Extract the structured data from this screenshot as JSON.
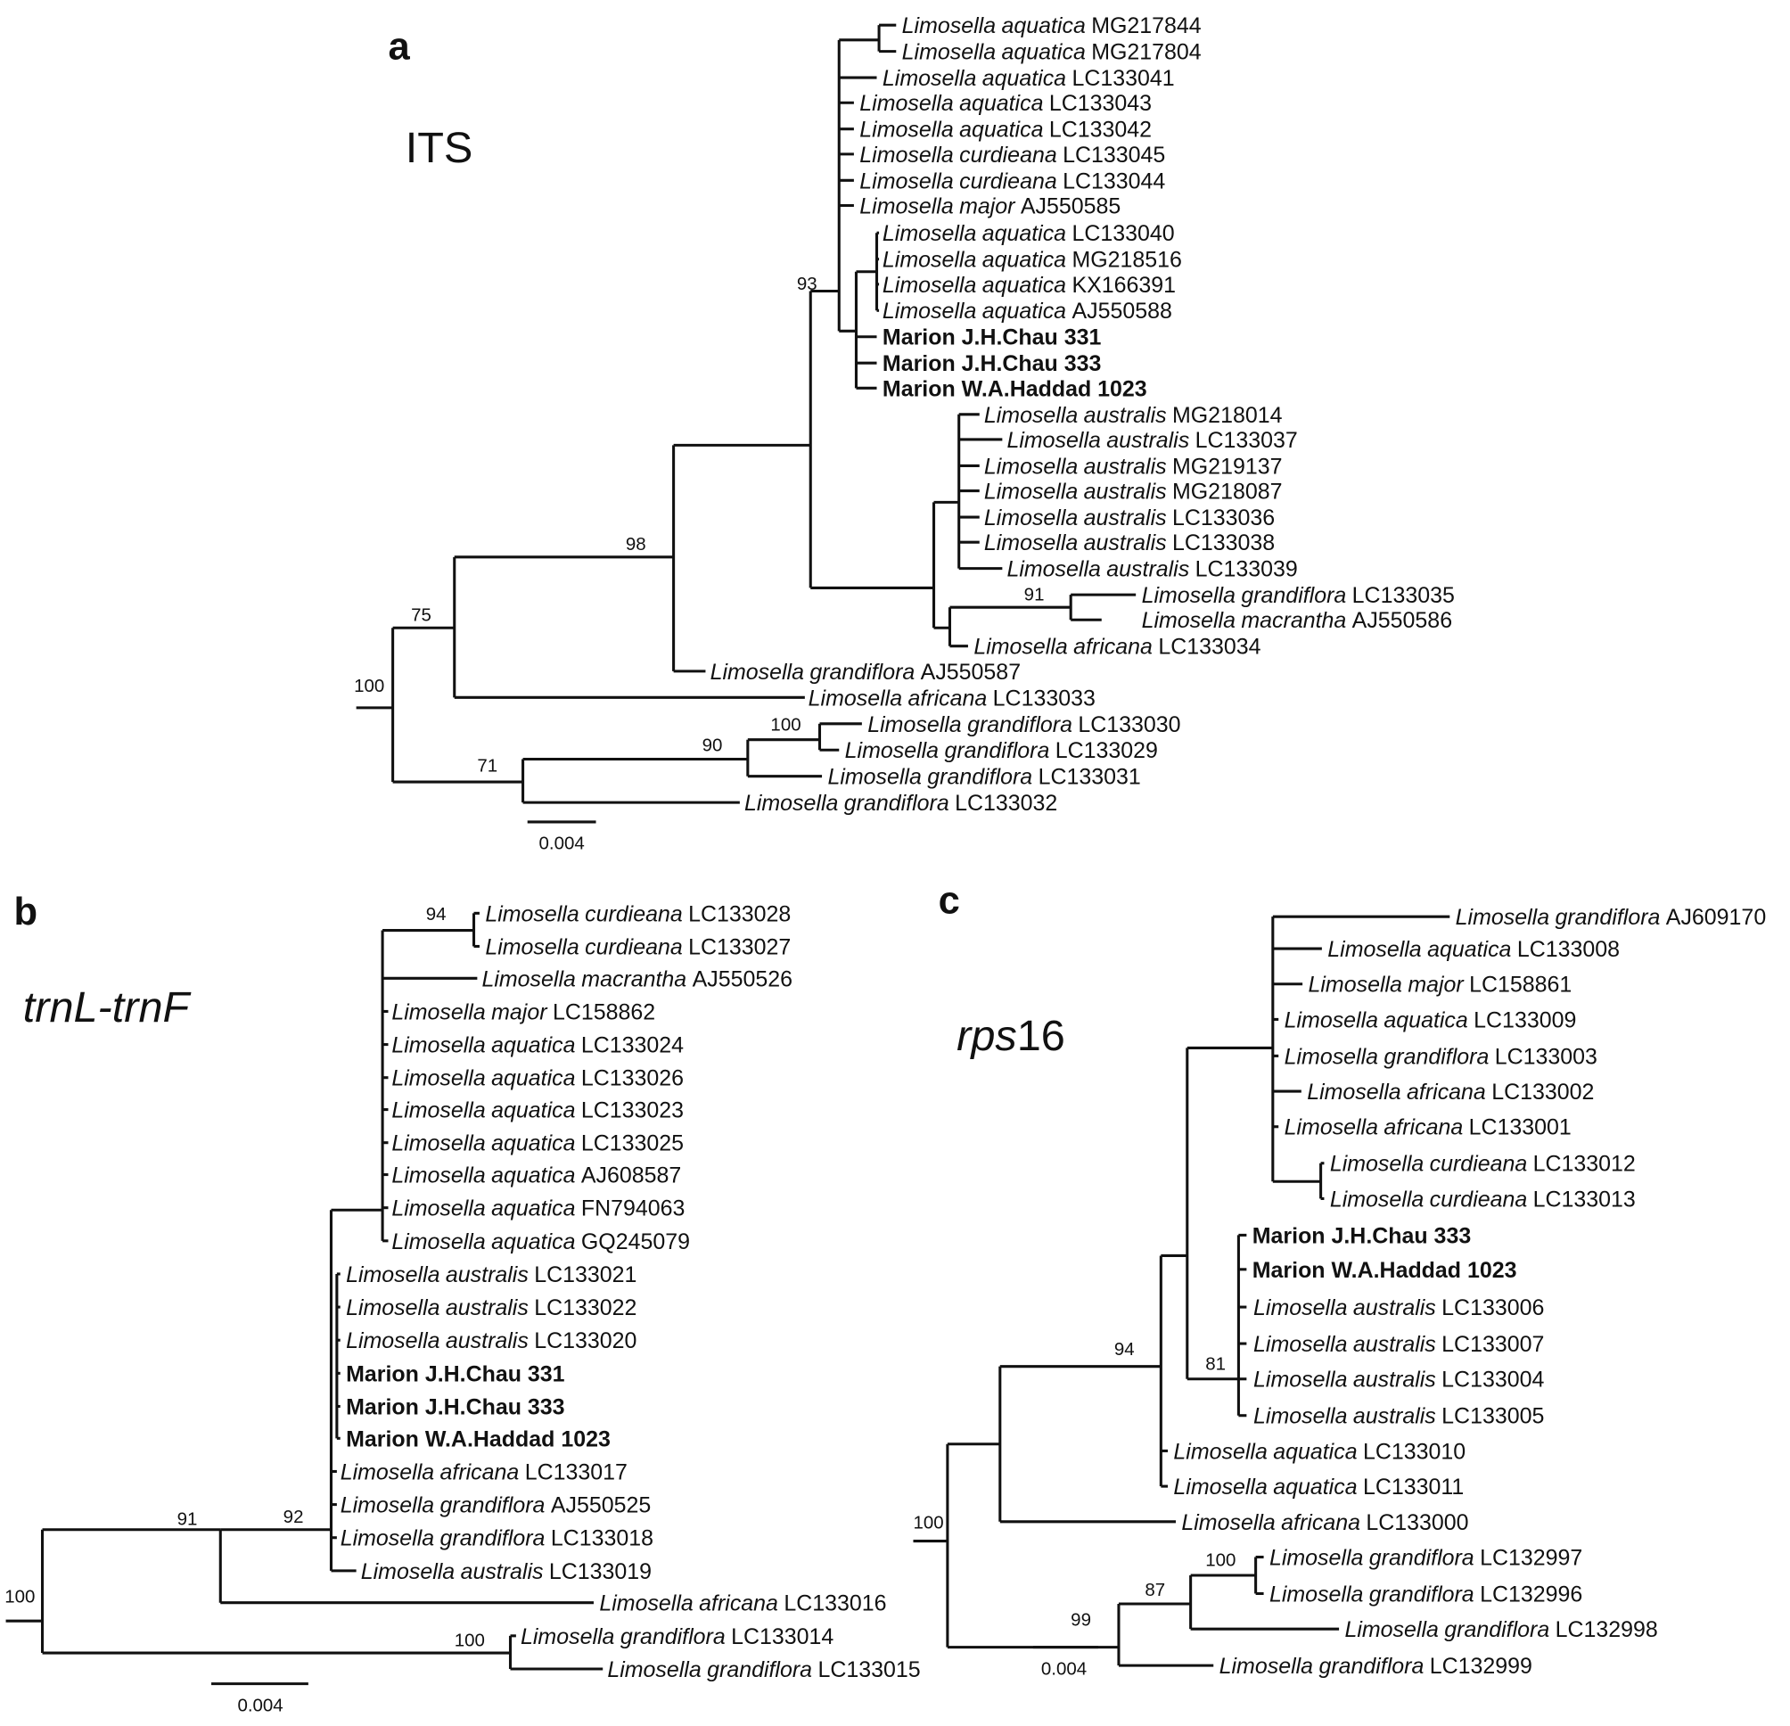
{
  "trees": [
    {
      "panel": "a",
      "gene": {
        "italic": "",
        "plain": "ITS"
      },
      "scale": "0.004",
      "bootstrap": [
        "100",
        "75",
        "98",
        "93",
        "91",
        "71",
        "90",
        "100"
      ],
      "taxa": [
        {
          "genus": "Limosella",
          "species": "aquatica",
          "acc": "MG217844"
        },
        {
          "genus": "Limosella",
          "species": "aquatica",
          "acc": "MG217804"
        },
        {
          "genus": "Limosella",
          "species": "aquatica",
          "acc": "LC133041"
        },
        {
          "genus": "Limosella",
          "species": "aquatica",
          "acc": "LC133043"
        },
        {
          "genus": "Limosella",
          "species": "aquatica",
          "acc": "LC133042"
        },
        {
          "genus": "Limosella",
          "species": "curdieana",
          "acc": "LC133045"
        },
        {
          "genus": "Limosella",
          "species": "curdieana",
          "acc": "LC133044"
        },
        {
          "genus": "Limosella",
          "species": "major",
          "acc": "AJ550585"
        },
        {
          "genus": "Limosella",
          "species": "aquatica",
          "acc": "LC133040"
        },
        {
          "genus": "Limosella",
          "species": "aquatica",
          "acc": "MG218516"
        },
        {
          "genus": "Limosella",
          "species": "aquatica",
          "acc": "KX166391"
        },
        {
          "genus": "Limosella",
          "species": "aquatica",
          "acc": "AJ550588"
        },
        {
          "name": "Marion J.H.Chau 331",
          "bold": true
        },
        {
          "name": "Marion J.H.Chau 333",
          "bold": true
        },
        {
          "name": "Marion W.A.Haddad 1023",
          "bold": true
        },
        {
          "genus": "Limosella",
          "species": "australis",
          "acc": "MG218014"
        },
        {
          "genus": "Limosella",
          "species": "australis",
          "acc": "LC133037"
        },
        {
          "genus": "Limosella",
          "species": "australis",
          "acc": "MG219137"
        },
        {
          "genus": "Limosella",
          "species": "australis",
          "acc": "MG218087"
        },
        {
          "genus": "Limosella",
          "species": "australis",
          "acc": "LC133036"
        },
        {
          "genus": "Limosella",
          "species": "australis",
          "acc": "LC133038"
        },
        {
          "genus": "Limosella",
          "species": "australis",
          "acc": "LC133039"
        },
        {
          "genus": "Limosella",
          "species": "grandiflora",
          "acc": "LC133035"
        },
        {
          "genus": "Limosella",
          "species": "macrantha",
          "acc": "AJ550586"
        },
        {
          "genus": "Limosella",
          "species": "africana",
          "acc": "LC133034"
        },
        {
          "genus": "Limosella",
          "species": "grandiflora",
          "acc": "AJ550587"
        },
        {
          "genus": "Limosella",
          "species": "africana",
          "acc": "LC133033"
        },
        {
          "genus": "Limosella",
          "species": "grandiflora",
          "acc": "LC133030"
        },
        {
          "genus": "Limosella",
          "species": "grandiflora",
          "acc": "LC133029"
        },
        {
          "genus": "Limosella",
          "species": "grandiflora",
          "acc": "LC133031"
        },
        {
          "genus": "Limosella",
          "species": "grandiflora",
          "acc": "LC133032"
        }
      ]
    },
    {
      "panel": "b",
      "gene": {
        "italic": "trnL-trnF",
        "plain": ""
      },
      "scale": "0.004",
      "bootstrap": [
        "100",
        "91",
        "92",
        "94",
        "100"
      ],
      "taxa": [
        {
          "genus": "Limosella",
          "species": "curdieana",
          "acc": "LC133028"
        },
        {
          "genus": "Limosella",
          "species": "curdieana",
          "acc": "LC133027"
        },
        {
          "genus": "Limosella",
          "species": "macrantha",
          "acc": "AJ550526"
        },
        {
          "genus": "Limosella",
          "species": "major",
          "acc": "LC158862"
        },
        {
          "genus": "Limosella",
          "species": "aquatica",
          "acc": "LC133024"
        },
        {
          "genus": "Limosella",
          "species": "aquatica",
          "acc": "LC133026"
        },
        {
          "genus": "Limosella",
          "species": "aquatica",
          "acc": "LC133023"
        },
        {
          "genus": "Limosella",
          "species": "aquatica",
          "acc": "LC133025"
        },
        {
          "genus": "Limosella",
          "species": "aquatica",
          "acc": "AJ608587"
        },
        {
          "genus": "Limosella",
          "species": "aquatica",
          "acc": "FN794063"
        },
        {
          "genus": "Limosella",
          "species": "aquatica",
          "acc": "GQ245079"
        },
        {
          "genus": "Limosella",
          "species": "australis",
          "acc": "LC133021"
        },
        {
          "genus": "Limosella",
          "species": "australis",
          "acc": "LC133022"
        },
        {
          "genus": "Limosella",
          "species": "australis",
          "acc": "LC133020"
        },
        {
          "name": "Marion J.H.Chau 331",
          "bold": true
        },
        {
          "name": "Marion J.H.Chau 333",
          "bold": true
        },
        {
          "name": "Marion W.A.Haddad 1023",
          "bold": true
        },
        {
          "genus": "Limosella",
          "species": "africana",
          "acc": "LC133017"
        },
        {
          "genus": "Limosella",
          "species": "grandiflora",
          "acc": "AJ550525"
        },
        {
          "genus": "Limosella",
          "species": "grandiflora",
          "acc": "LC133018"
        },
        {
          "genus": "Limosella",
          "species": "australis",
          "acc": "LC133019"
        },
        {
          "genus": "Limosella",
          "species": "africana",
          "acc": "LC133016"
        },
        {
          "genus": "Limosella",
          "species": "grandiflora",
          "acc": "LC133014"
        },
        {
          "genus": "Limosella",
          "species": "grandiflora",
          "acc": "LC133015"
        }
      ]
    },
    {
      "panel": "c",
      "gene": {
        "italic": "rps",
        "plain": "16"
      },
      "scale": "0.004",
      "bootstrap": [
        "100",
        "94",
        "81",
        "99",
        "87",
        "100"
      ],
      "taxa": [
        {
          "genus": "Limosella",
          "species": "grandiflora",
          "acc": "AJ609170"
        },
        {
          "genus": "Limosella",
          "species": "aquatica",
          "acc": "LC133008"
        },
        {
          "genus": "Limosella",
          "species": "major",
          "acc": "LC158861"
        },
        {
          "genus": "Limosella",
          "species": "aquatica",
          "acc": "LC133009"
        },
        {
          "genus": "Limosella",
          "species": "grandiflora",
          "acc": "LC133003"
        },
        {
          "genus": "Limosella",
          "species": "africana",
          "acc": "LC133002"
        },
        {
          "genus": "Limosella",
          "species": "africana",
          "acc": "LC133001"
        },
        {
          "genus": "Limosella",
          "species": "curdieana",
          "acc": "LC133012"
        },
        {
          "genus": "Limosella",
          "species": "curdieana",
          "acc": "LC133013"
        },
        {
          "name": "Marion J.H.Chau 333",
          "bold": true
        },
        {
          "name": "Marion W.A.Haddad 1023",
          "bold": true
        },
        {
          "genus": "Limosella",
          "species": "australis",
          "acc": "LC133006"
        },
        {
          "genus": "Limosella",
          "species": "australis",
          "acc": "LC133007"
        },
        {
          "genus": "Limosella",
          "species": "australis",
          "acc": "LC133004"
        },
        {
          "genus": "Limosella",
          "species": "australis",
          "acc": "LC133005"
        },
        {
          "genus": "Limosella",
          "species": "aquatica",
          "acc": "LC133010"
        },
        {
          "genus": "Limosella",
          "species": "aquatica",
          "acc": "LC133011"
        },
        {
          "genus": "Limosella",
          "species": "africana",
          "acc": "LC133000"
        },
        {
          "genus": "Limosella",
          "species": "grandiflora",
          "acc": "LC132997"
        },
        {
          "genus": "Limosella",
          "species": "grandiflora",
          "acc": "LC132996"
        },
        {
          "genus": "Limosella",
          "species": "grandiflora",
          "acc": "LC132998"
        },
        {
          "genus": "Limosella",
          "species": "grandiflora",
          "acc": "LC132999"
        }
      ]
    }
  ]
}
